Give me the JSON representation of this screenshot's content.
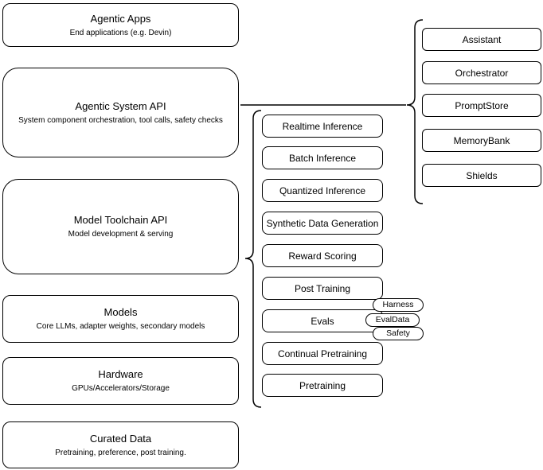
{
  "colors": {
    "stroke": "#000000",
    "fill": "#ffffff",
    "text": "#000000"
  },
  "stack": {
    "layers": [
      {
        "title": "Agentic Apps",
        "subtitle": "End applications (e.g. Devin)"
      },
      {
        "title": "Agentic System API",
        "subtitle": "System component orchestration, tool calls, safety checks"
      },
      {
        "title": "Model Toolchain API",
        "subtitle": "Model development & serving"
      },
      {
        "title": "Models",
        "subtitle": "Core LLMs, adapter weights, secondary models"
      },
      {
        "title": "Hardware",
        "subtitle": "GPUs/Accelerators/Storage"
      },
      {
        "title": "Curated Data",
        "subtitle": "Pretraining, preference, post training."
      }
    ]
  },
  "toolchain": {
    "items": [
      "Realtime Inference",
      "Batch Inference",
      "Quantized Inference",
      "Synthetic Data Generation",
      "Reward Scoring",
      "Post Training",
      "Evals",
      "Continual Pretraining",
      "Pretraining"
    ]
  },
  "evals": {
    "tags": [
      "Harness",
      "EvalData",
      "Safety"
    ]
  },
  "system_components": {
    "items": [
      "Assistant",
      "Orchestrator",
      "PromptStore",
      "MemoryBank",
      "Shields"
    ]
  }
}
